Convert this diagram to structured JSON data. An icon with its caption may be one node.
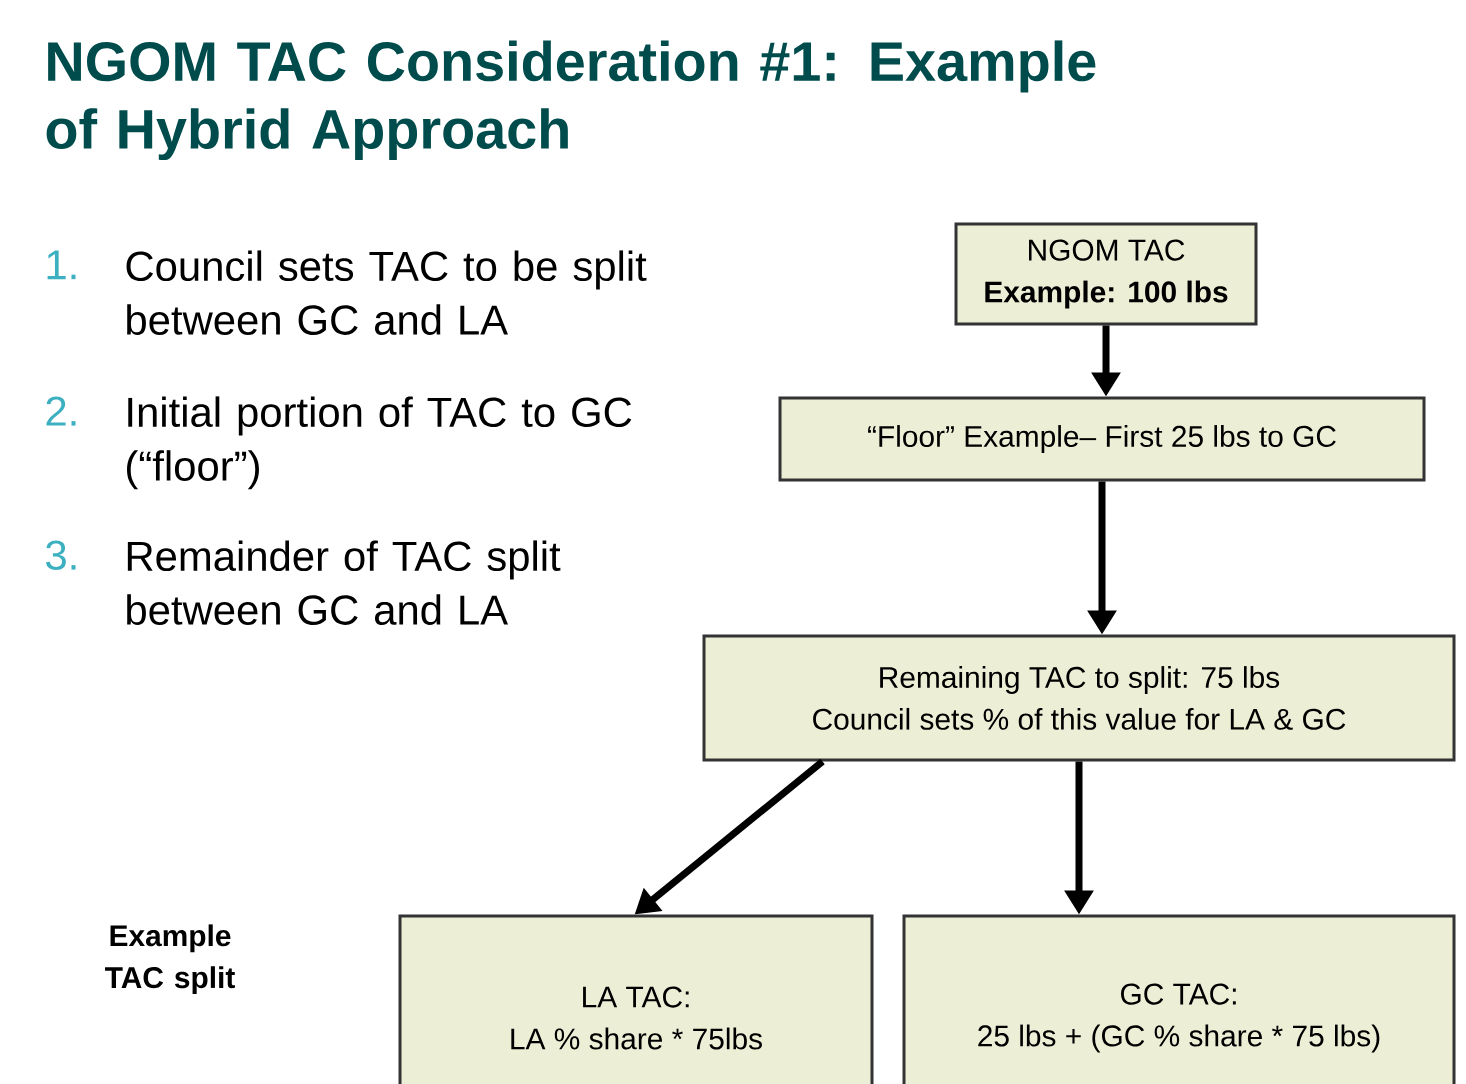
{
  "diagram": {
    "title": "NGOM TAC Consideration #1: Example of Hybrid Approach",
    "nodes": [
      {
        "text": [
          "NGOM TAC",
          "Example: 100 lbs"
        ]
      },
      {
        "text": [
          "“Floor” Example– First 25 lbs to GC"
        ]
      },
      {
        "text": [
          "Remaining TAC to split: 75 lbs",
          "Council sets % of this value for LA & GC"
        ]
      },
      {
        "text": [
          "LA TAC:",
          "LA % share * 75lbs"
        ]
      },
      {
        "text": [
          "GC TAC:",
          "25 lbs + (GC % share * 75 lbs)"
        ]
      }
    ],
    "edges": [
      {
        "from": 0,
        "to": 1,
        "arrow": "to"
      },
      {
        "from": 1,
        "to": 2,
        "arrow": "to"
      },
      {
        "from": 2,
        "to": 3,
        "arrow": "to"
      },
      {
        "from": 2,
        "to": 4,
        "arrow": "to"
      }
    ],
    "labels": [
      "1.",
      "Council sets TAC to be split between GC and LA",
      "2.",
      "Initial portion of TAC to GC (“floor”)",
      "3.",
      "Remainder of TAC split between GC and LA",
      "Example TAC split"
    ]
  }
}
